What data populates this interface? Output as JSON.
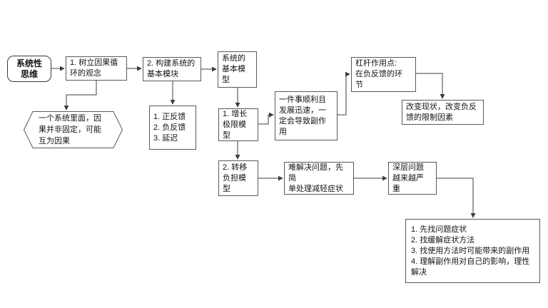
{
  "colors": {
    "border": "#595959",
    "line": "#3d3d3d",
    "text": "#141414",
    "background": "#ffffff"
  },
  "diagram": {
    "nodes": {
      "start": {
        "label": "系统性\n思维"
      },
      "concept": {
        "label": "1. 树立因果循\n环的观念"
      },
      "cause_note": {
        "label": "一个系统里面，因\n果并非固定，可能\n互为因果"
      },
      "modules": {
        "label": "2. 构建系统的\n基本模块"
      },
      "module_list": {
        "label": "1. 正反馈\n2. 负反馈\n3. 延迟"
      },
      "model": {
        "label": "系统的\n基本模\n型"
      },
      "growth": {
        "label": "1. 增长\n极限模\n型"
      },
      "side_effect": {
        "label": "一件事顺利且\n发展迅速，一\n定会导致副作\n用"
      },
      "leverage": {
        "label": "杠杆作用点:\n在负反馈的环\n节"
      },
      "change": {
        "label": "改变现状，改变负反\n馈的限制因素"
      },
      "shift": {
        "label": "2. 转移\n负担模\n型"
      },
      "relief": {
        "label": "难解决问题，先简\n单处理减轻症状"
      },
      "deep": {
        "label": "深层问题\n越来越严\n重"
      },
      "steps": {
        "label": "1. 先找问题症状\n2. 找缓解症状方法\n3. 找使用方法时可能带来的副作用\n4. 理解副作用对自己的影响，理性\n解决"
      }
    }
  }
}
